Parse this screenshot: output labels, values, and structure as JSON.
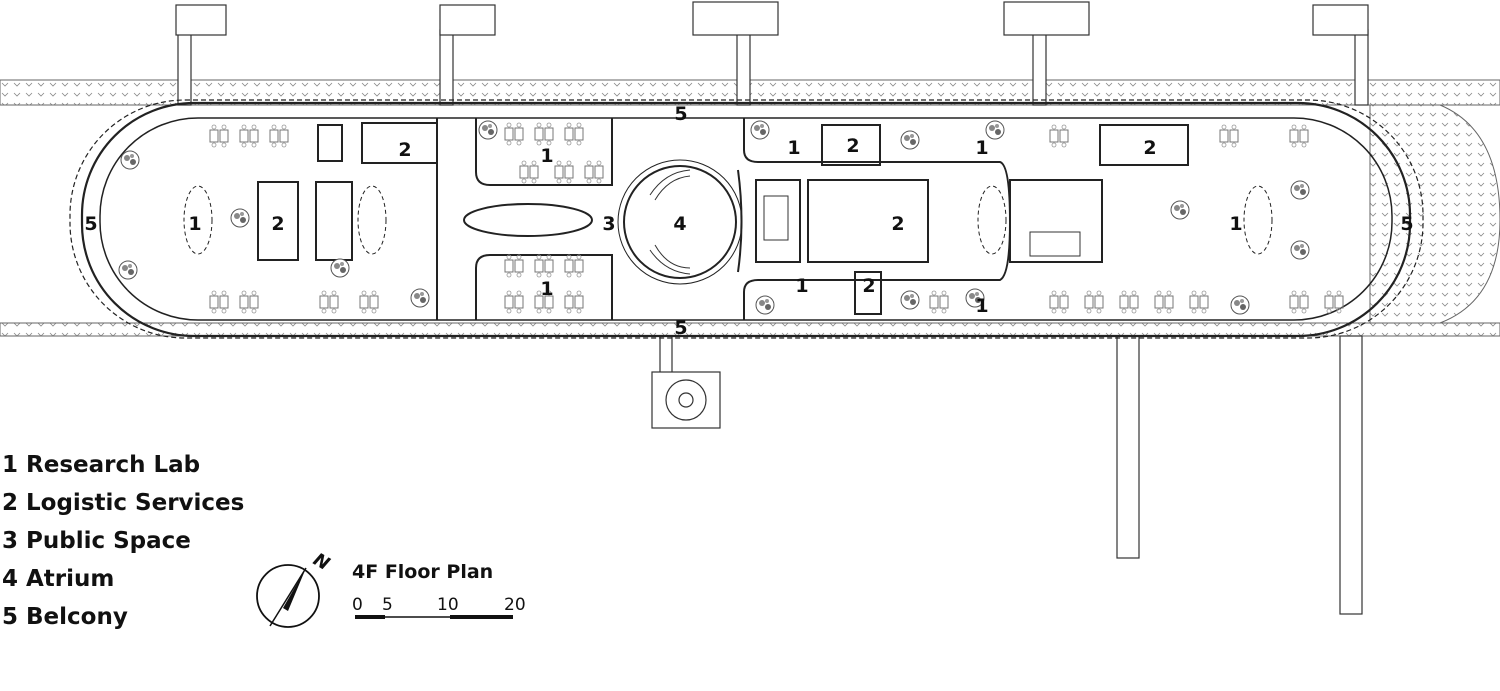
{
  "legend": [
    {
      "number": "1",
      "text": "1 Research Lab"
    },
    {
      "number": "2",
      "text": "2 Logistic Services"
    },
    {
      "number": "3",
      "text": "3 Public Space"
    },
    {
      "number": "4",
      "text": "4 Atrium"
    },
    {
      "number": "5",
      "text": "5 Belcony"
    }
  ],
  "plan_title": "4F Floor Plan",
  "north_label": "N",
  "scale_bar": {
    "labels": [
      "0",
      "5",
      "10",
      "20"
    ]
  },
  "room_labels": {
    "r1a": "1",
    "r1b": "1",
    "r1c": "1",
    "r1d": "1",
    "r1e": "1",
    "r1f": "1",
    "r1g": "1",
    "r1h": "1",
    "r2a": "2",
    "r2b": "2",
    "r2c": "2",
    "r2d": "2",
    "r2e": "2",
    "r2f": "2",
    "r3": "3",
    "r4": "4",
    "r5a": "5",
    "r5b": "5",
    "r5c": "5",
    "r5d": "5"
  }
}
